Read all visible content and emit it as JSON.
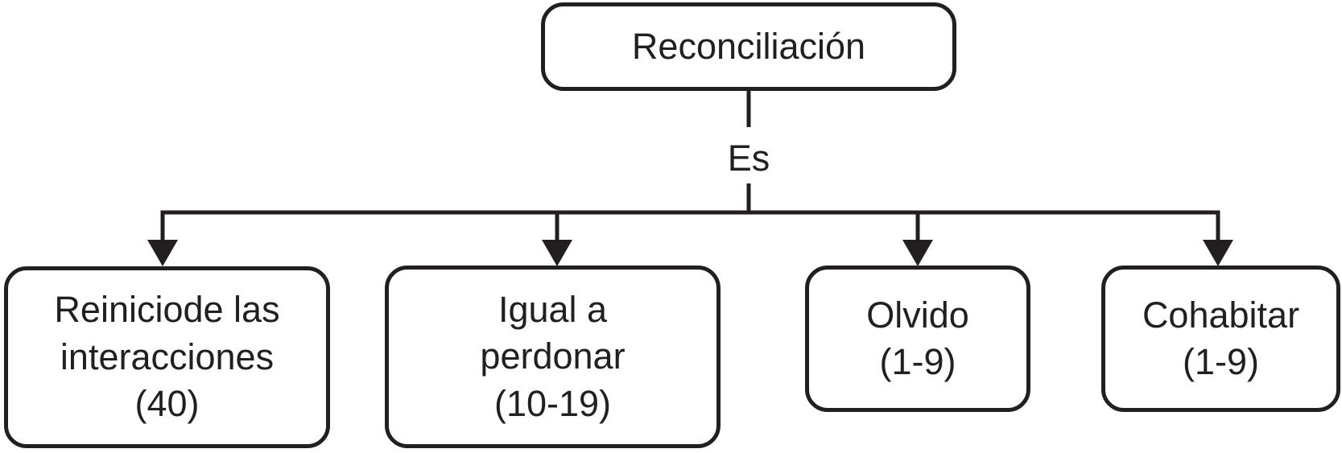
{
  "diagram": {
    "type": "tree-flowchart",
    "background_color": "#ffffff",
    "stroke_color": "#231f20",
    "root": {
      "label": "Reconciliación"
    },
    "edge_label": "Es",
    "children": [
      {
        "label": "Reiniciode las interacciones (40)",
        "lines": [
          "Reiniciode las",
          "interacciones",
          "(40)"
        ]
      },
      {
        "label": "Igual a perdonar (10-19)",
        "lines": [
          "Igual a",
          "perdonar",
          "(10-19)"
        ]
      },
      {
        "label": "Olvido (1-9)",
        "lines": [
          "Olvido",
          "(1-9)"
        ]
      },
      {
        "label": "Cohabitar (1-9)",
        "lines": [
          "Cohabitar",
          "(1-9)"
        ]
      }
    ]
  }
}
